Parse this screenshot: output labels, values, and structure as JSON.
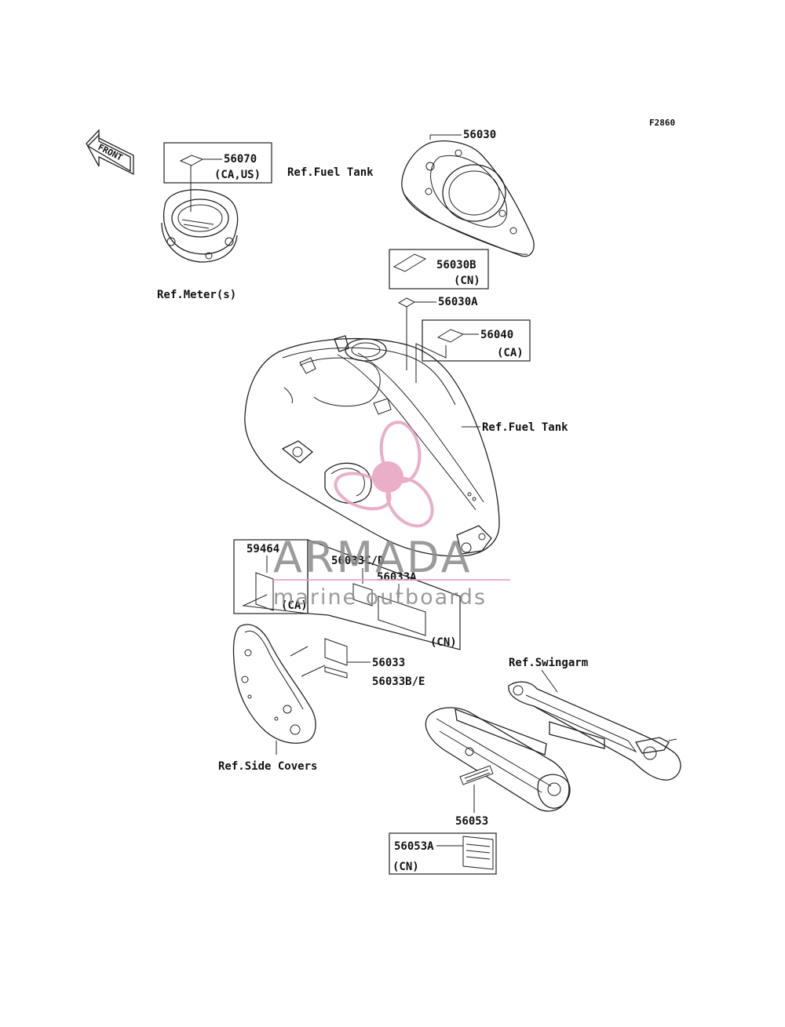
{
  "figure_code": "F2860",
  "front_label": "FRONT",
  "watermark": {
    "brand": "ARMADA",
    "tagline": "marine outboards",
    "accent_color": "#e8a0c0",
    "text_color": "#8a8a8a"
  },
  "labels": {
    "p56070": "56070",
    "p56070_note": "(CA,US)",
    "ref_meters": "Ref.Meter(s)",
    "ref_fuel_tank_top": "Ref.Fuel Tank",
    "p56030": "56030",
    "p56030b": "56030B",
    "p56030b_note": "(CN)",
    "p56030a": "56030A",
    "p56040": "56040",
    "p56040_note": "(CA)",
    "ref_fuel_tank": "Ref.Fuel Tank",
    "p59464": "59464",
    "p59464_note": "(CA)",
    "p56033cd": "56033C/D",
    "p56033a": "56033A",
    "p56033a_note": "(CN)",
    "p56033": "56033",
    "p56033be": "56033B/E",
    "ref_side_covers": "Ref.Side Covers",
    "ref_swingarm": "Ref.Swingarm",
    "p56053": "56053",
    "p56053a": "56053A",
    "p56053a_note": "(CN)"
  }
}
